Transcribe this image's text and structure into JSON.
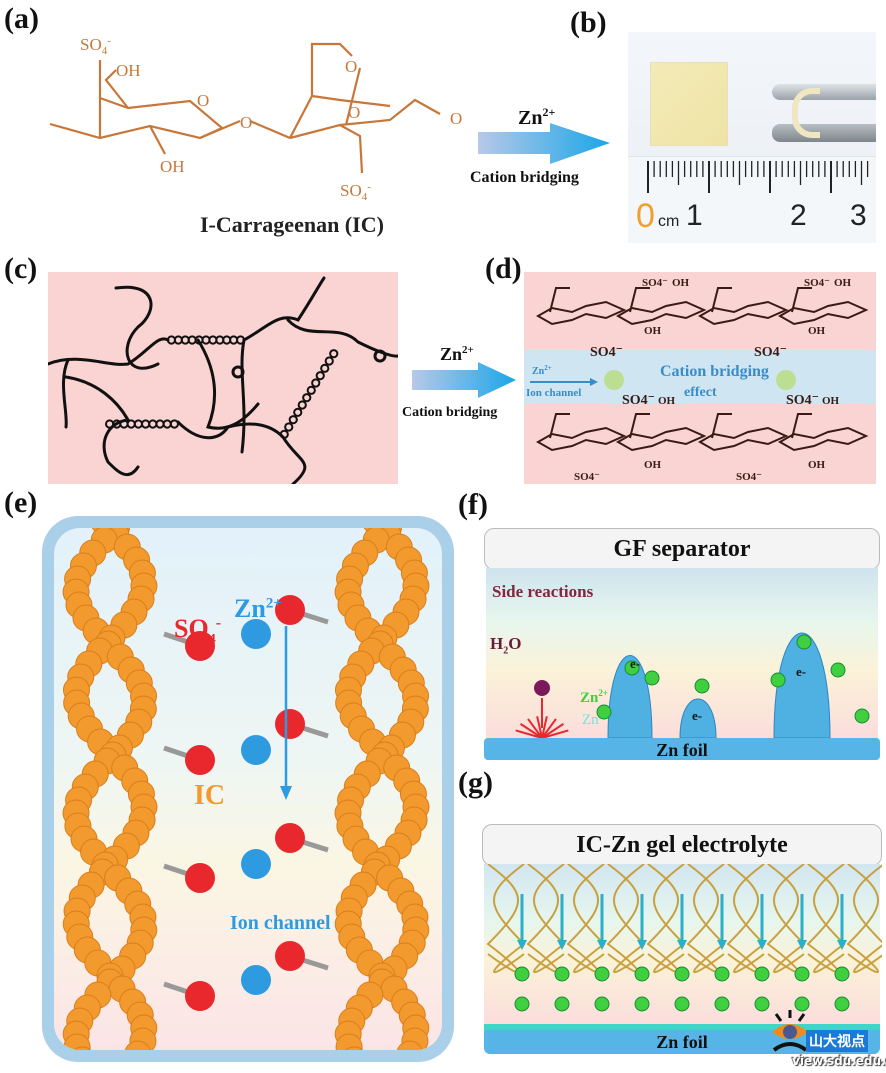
{
  "panels": {
    "a": {
      "label": "(a)",
      "title": "I-Carrageenan (IC)",
      "groups": {
        "so4_top": "SO",
        "so4_sub": "4",
        "so4_sup": "-",
        "oh_top": "OH",
        "oh_bottom": "OH",
        "o": "O"
      },
      "structure_color": "#c8773a"
    },
    "b": {
      "label": "(b)",
      "ruler": {
        "zero": "0",
        "unit": "cm",
        "marks": [
          "1",
          "2",
          "3"
        ]
      },
      "zero_color": "#f0a030"
    },
    "c": {
      "label": "(c)",
      "background": "#fad4d2"
    },
    "d": {
      "label": "(d)",
      "channel_text_1": "Cation bridging",
      "channel_text_2": "effect",
      "ion_label": "Zn",
      "ion_sup": "2+",
      "ion_channel": "Ion channel",
      "so4": "SO",
      "oh": "OH",
      "channel_color": "#cfe6f2",
      "text_color": "#3a8cc8"
    },
    "e": {
      "label": "(e)",
      "so4": "SO",
      "so4_sub": "4",
      "so4_sup": "-",
      "zn": "Zn",
      "zn_sup": "2+",
      "ic": "IC",
      "ion_channel": "Ion channel",
      "bead_color": "#f39a2e",
      "anion_color": "#e8282d",
      "cation_color": "#2e9be0"
    },
    "f": {
      "label": "(f)",
      "header": "GF separator",
      "side_reactions": "Side reactions",
      "h2o": "H",
      "h2o_sub": "2",
      "h2o_o": "O",
      "zn2": "Zn",
      "zn2_sup": "2+",
      "zn": "Zn",
      "electron": "e",
      "electron_sup": "-",
      "foil": "Zn foil"
    },
    "g": {
      "label": "(g)",
      "header": "IC-Zn gel electrolyte",
      "foil": "Zn foil"
    }
  },
  "arrows": {
    "top": {
      "ion": "Zn",
      "sup": "2+",
      "caption": "Cation bridging"
    },
    "middle": {
      "ion": "Zn",
      "sup": "2+",
      "caption": "Cation bridging"
    }
  },
  "watermark": {
    "brand": "山大视点",
    "url": "view.sdu.edu.cn"
  }
}
